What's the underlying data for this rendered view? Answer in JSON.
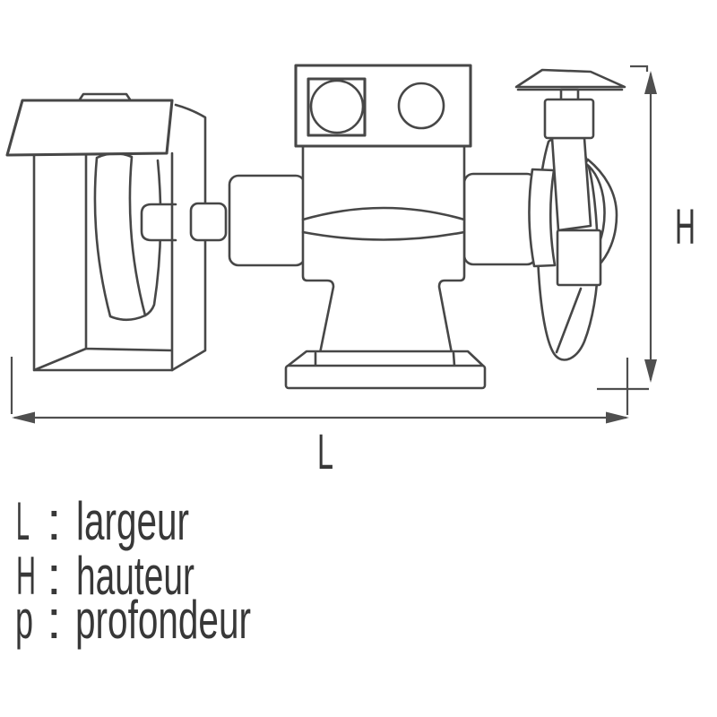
{
  "figure": {
    "background": "#ffffff",
    "line_color": "#474747",
    "dimension_color": "#4f4f4f",
    "text_color": "#383838"
  },
  "dimensions": {
    "length": {
      "label": "L"
    },
    "height": {
      "label": "H"
    }
  },
  "legend": {
    "items": [
      {
        "symbol": "L",
        "separator": ":",
        "term": "largeur"
      },
      {
        "symbol": "H",
        "separator": ":",
        "term": "hauteur"
      },
      {
        "symbol": "p",
        "separator": ":",
        "term": "profondeur"
      }
    ]
  }
}
